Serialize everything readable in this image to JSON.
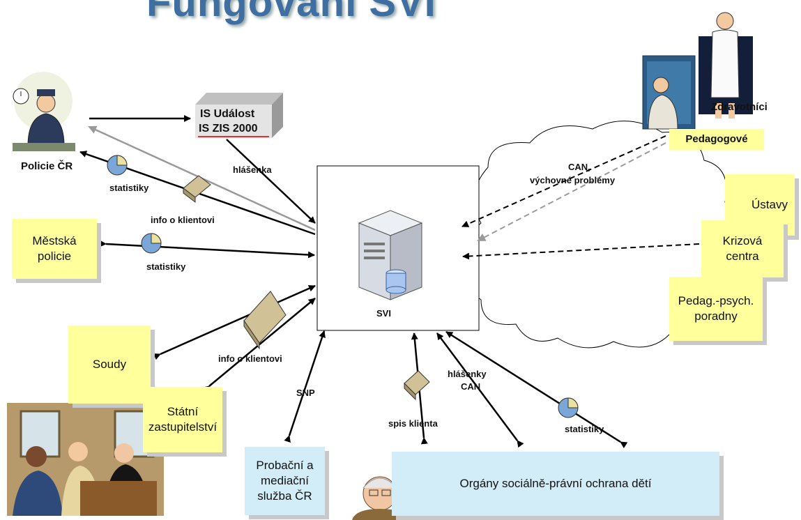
{
  "title": "Fungování SVI",
  "nodes": {
    "policie": "Policie ČR",
    "is_udalost": "IS Událost",
    "is_zis": "IS ZIS 2000",
    "mestska_policie": "Městská policie",
    "svi": "SVI",
    "zdravotnici": "Zdravotníci",
    "pedagogove": "Pedagogové",
    "ustavy": "Ústavy",
    "krizova_centra": "Krizová centra",
    "pedag_psych": "Pedag.-psych. poradny",
    "soudy": "Soudy",
    "statni_zastupitelstvi": "Státní zastupitelství",
    "probacni": "Probační a mediační služba ČR",
    "organy": "Orgány sociálně-právní ochrana dětí"
  },
  "labels": {
    "hlasenka": "hlášenka",
    "statistiky_1": "statistiky",
    "statistiky_2": "statistiky",
    "statistiky_3": "statistiky",
    "info_klient_1": "info o klientovi",
    "info_klient_2": "info o klientovi",
    "can_1": "CAN,",
    "can_2": "výchovné problémy",
    "snp": "SNP",
    "spis_klienta": "spis klienta",
    "hlasenky": "hlášenky",
    "can_3": "CAN"
  },
  "colors": {
    "title": "#3f6ea0",
    "box_yellow": "#ffff9c",
    "box_blue": "#d2ecf8",
    "arrow": "#000000",
    "arrow_gray": "#999999"
  }
}
